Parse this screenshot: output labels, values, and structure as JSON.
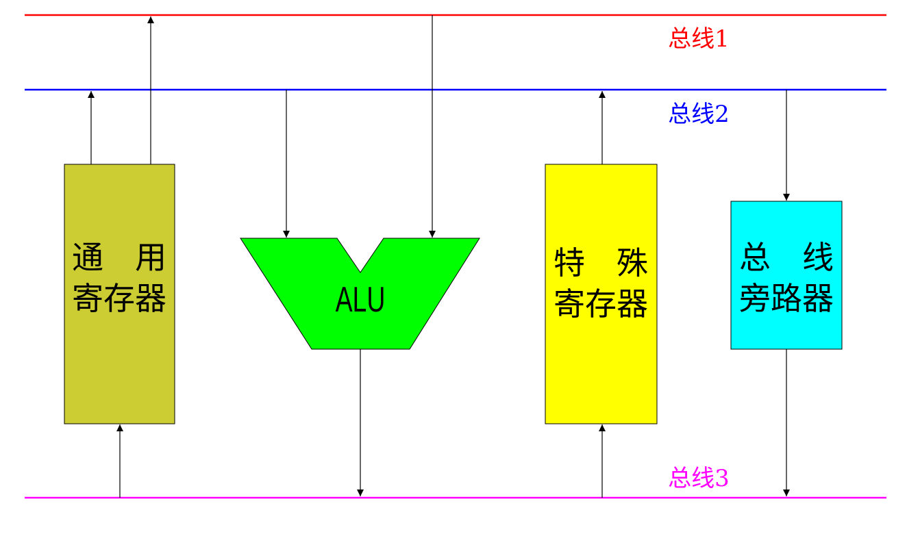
{
  "buses": [
    {
      "id": "bus1",
      "label": "总线1",
      "color": "#ff0000"
    },
    {
      "id": "bus2",
      "label": "总线2",
      "color": "#0000ff"
    },
    {
      "id": "bus3",
      "label": "总线3",
      "color": "#ff00ff"
    }
  ],
  "blocks": {
    "general_registers": {
      "line1": "通　用",
      "line2": "寄存器",
      "color": "#cccc33"
    },
    "alu": {
      "label": "ALU",
      "color": "#00ff00"
    },
    "special_registers": {
      "line1": "特　殊",
      "line2": "寄存器",
      "color": "#ffff00"
    },
    "bus_bypass": {
      "line1": "总　线",
      "line2": "旁路器",
      "color": "#00ffff"
    }
  },
  "line_color": "#000000"
}
